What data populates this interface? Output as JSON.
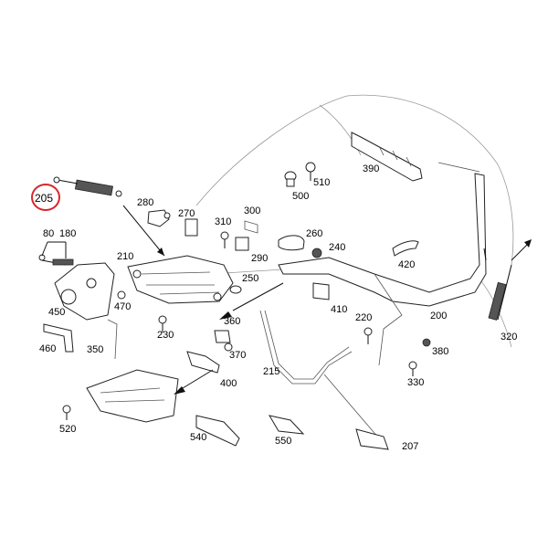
{
  "diagram": {
    "highlighted_label": "205",
    "labels": [
      "390",
      "510",
      "500",
      "280",
      "270",
      "300",
      "310",
      "290",
      "260",
      "240",
      "210",
      "250",
      "420",
      "80",
      "180",
      "470",
      "360",
      "230",
      "370",
      "410",
      "220",
      "200",
      "380",
      "320",
      "450",
      "460",
      "350",
      "400",
      "215",
      "330",
      "520",
      "540",
      "550",
      "207"
    ]
  }
}
